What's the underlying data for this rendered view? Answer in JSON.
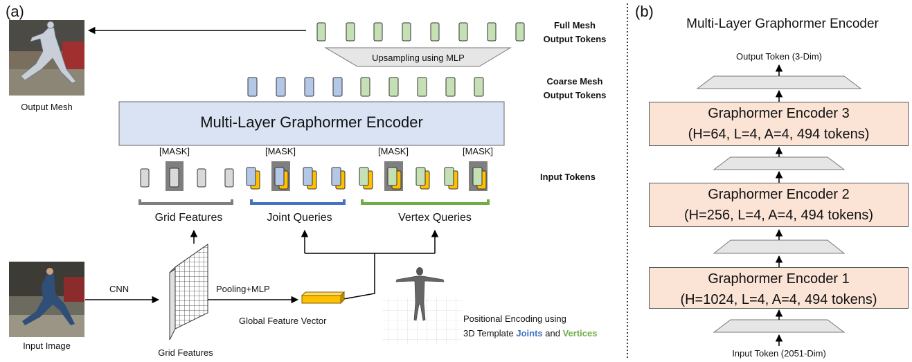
{
  "panel_a": {
    "label": "(a)",
    "output_mesh_label": "Output Mesh",
    "input_image_label": "Input Image",
    "full_mesh_label_line1": "Full Mesh",
    "full_mesh_label_line2": "Output Tokens",
    "upsampling_label": "Upsampling using MLP",
    "coarse_mesh_label_line1": "Coarse Mesh",
    "coarse_mesh_label_line2": "Output Tokens",
    "encoder_label": "Multi-Layer Graphormer Encoder",
    "mask_labels": [
      "[MASK]",
      "[MASK]",
      "[MASK]",
      "[MASK]"
    ],
    "input_tokens_label": "Input Tokens",
    "grid_features_group_label": "Grid Features",
    "joint_queries_label": "Joint Queries",
    "vertex_queries_label": "Vertex Queries",
    "cnn_label": "CNN",
    "pooling_label": "Pooling+MLP",
    "global_feature_label": "Global Feature Vector",
    "grid_features_label": "Grid Features",
    "positional_line1": "Positional Encoding using",
    "positional_line2_prefix": "3D Template ",
    "positional_joints": "Joints",
    "positional_and": " and ",
    "positional_vertices": "Vertices",
    "colors": {
      "encoder_fill": "#dae3f3",
      "joint_token": "#b4c7e7",
      "vertex_token": "#c5e0b4",
      "grid_token": "#d9d9d9",
      "positional_yellow": "#ffc000",
      "grid_bracket": "#7f7f7f",
      "joint_bracket": "#4472c4",
      "vertex_bracket": "#70ad47"
    }
  },
  "panel_b": {
    "label": "(b)",
    "title": "Multi-Layer Graphormer Encoder",
    "output_token_label": "Output Token (3-Dim)",
    "input_token_label": "Input Token (2051-Dim)",
    "encoders": [
      {
        "line1": "Graphormer Encoder 3",
        "line2": "(H=64, L=4, A=4, 494 tokens)"
      },
      {
        "line1": "Graphormer Encoder 2",
        "line2": "(H=256, L=4, A=4, 494 tokens)"
      },
      {
        "line1": "Graphormer Encoder 1",
        "line2": "(H=1024, L=4, A=4, 494 tokens)"
      }
    ],
    "colors": {
      "encoder_fill": "#fbe3d6",
      "trapezoid_fill": "#e7e6e6"
    }
  }
}
